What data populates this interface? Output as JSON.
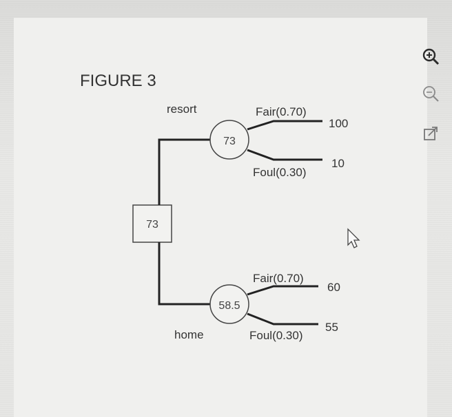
{
  "figure": {
    "title": "FIGURE 3"
  },
  "decision_node": {
    "value": "73"
  },
  "branches": [
    {
      "label": "resort",
      "chance_value": "73",
      "outcomes": [
        {
          "label": "Fair(0.70)",
          "payoff": "100"
        },
        {
          "label": "Foul(0.30)",
          "payoff": "10"
        }
      ]
    },
    {
      "label": "home",
      "chance_value": "58.5",
      "outcomes": [
        {
          "label": "Fair(0.70)",
          "payoff": "60"
        },
        {
          "label": "Foul(0.30)",
          "payoff": "55"
        }
      ]
    }
  ],
  "toolbar": {
    "zoom_in_icon": "zoom-in-icon",
    "zoom_out_icon": "zoom-out-icon",
    "external_link_icon": "external-link-icon"
  },
  "colors": {
    "line": "#222222",
    "text": "#333333",
    "icon": "#555555"
  }
}
